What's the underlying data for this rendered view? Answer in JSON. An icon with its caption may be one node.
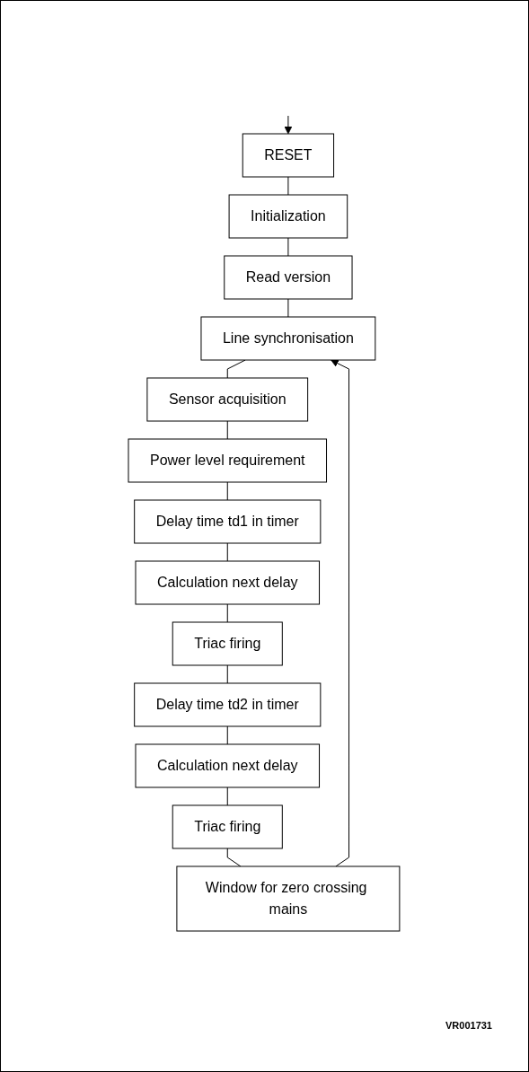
{
  "diagram": {
    "nodes": [
      {
        "text": [
          "RESET"
        ]
      },
      {
        "text": [
          "Initialization"
        ]
      },
      {
        "text": [
          "Read version"
        ]
      },
      {
        "text": [
          "Line synchronisation"
        ]
      },
      {
        "text": [
          "Sensor acquisition"
        ]
      },
      {
        "text": [
          "Power level requirement"
        ]
      },
      {
        "text": [
          "Delay time td1 in timer"
        ]
      },
      {
        "text": [
          "Calculation next delay"
        ]
      },
      {
        "text": [
          "Triac firing"
        ]
      },
      {
        "text": [
          "Delay time td2 in timer"
        ]
      },
      {
        "text": [
          "Calculation next delay"
        ]
      },
      {
        "text": [
          "Triac firing"
        ]
      },
      {
        "text": [
          "Window for zero crossing mains"
        ]
      }
    ],
    "edges": [
      {
        "from": null,
        "to": 0,
        "arrow": "to"
      },
      {
        "from": 0,
        "to": 1,
        "arrow": "none"
      },
      {
        "from": 1,
        "to": 2,
        "arrow": "none"
      },
      {
        "from": 2,
        "to": 3,
        "arrow": "none"
      },
      {
        "from": 3,
        "to": 4,
        "arrow": "none"
      },
      {
        "from": 4,
        "to": 5,
        "arrow": "none"
      },
      {
        "from": 5,
        "to": 6,
        "arrow": "none"
      },
      {
        "from": 6,
        "to": 7,
        "arrow": "none"
      },
      {
        "from": 7,
        "to": 8,
        "arrow": "none"
      },
      {
        "from": 8,
        "to": 9,
        "arrow": "none"
      },
      {
        "from": 9,
        "to": 10,
        "arrow": "none"
      },
      {
        "from": 10,
        "to": 11,
        "arrow": "none"
      },
      {
        "from": 11,
        "to": 12,
        "arrow": "none"
      },
      {
        "from": 12,
        "to": 3,
        "arrow": "to"
      }
    ],
    "labels": [
      "VR001731"
    ]
  }
}
